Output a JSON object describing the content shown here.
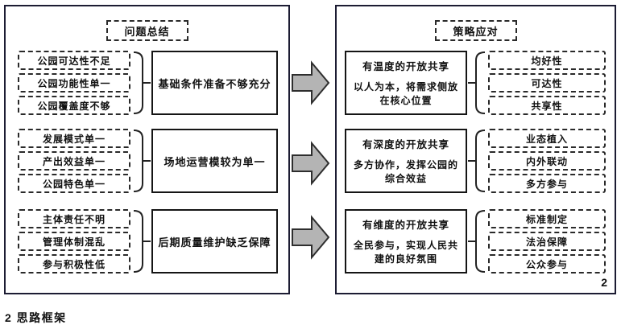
{
  "caption": "2 思路框架",
  "left_panel": {
    "title": "问题总结",
    "groups": [
      {
        "items": [
          "公园可达性不足",
          "公园功能性单一",
          "公园覆盖度不够"
        ],
        "summary": "基础条件准备不够充分"
      },
      {
        "items": [
          "发展模式单一",
          "产出效益单一",
          "公园特色单一"
        ],
        "summary": "场地运营模较为单一"
      },
      {
        "items": [
          "主体责任不明",
          "管理体制混乱",
          "参与积极性低"
        ],
        "summary": "后期质量维护缺乏保障"
      }
    ]
  },
  "right_panel": {
    "title": "策略应对",
    "page_number": "2",
    "groups": [
      {
        "heading": "有温度的开放共享",
        "body": "以人为本，将需求侧放在核心位置",
        "items": [
          "均好性",
          "可达性",
          "共享性"
        ]
      },
      {
        "heading": "有深度的开放共享",
        "body": "多方协作，发挥公园的综合效益",
        "items": [
          "业态植入",
          "内外联动",
          "多方参与"
        ]
      },
      {
        "heading": "有维度的开放共享",
        "body": "全民参与，实现人民共建的良好氛围",
        "items": [
          "标准制定",
          "法治保障",
          "公众参与"
        ]
      }
    ]
  },
  "colors": {
    "panel_border": "#1c1c33",
    "box_border": "#151515",
    "dashed_border": "#2a2a2a",
    "arrow_fill": "#b4b4b4",
    "arrow_stroke": "#2e2e2e",
    "text": "#111111",
    "background": "#ffffff"
  }
}
